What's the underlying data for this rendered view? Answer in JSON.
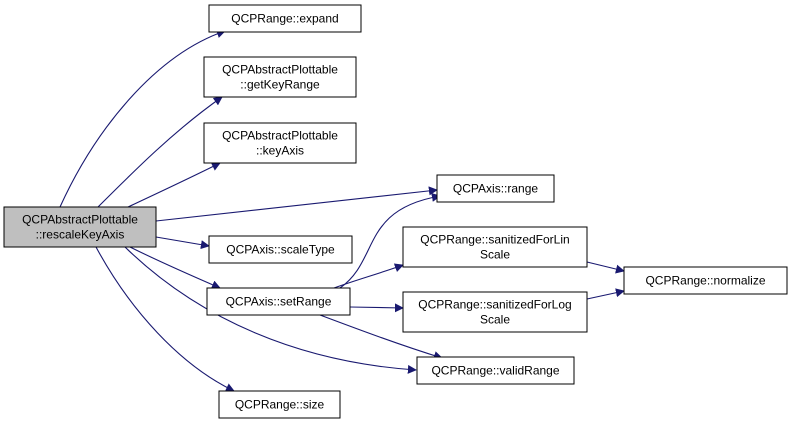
{
  "diagram": {
    "type": "call-graph",
    "edge_color": "#191970",
    "root_fill": "#bfbfbf",
    "nodes": [
      {
        "id": "root",
        "lines": [
          "QCPAbstractPlottable",
          "::rescaleKeyAxis"
        ],
        "root": true
      },
      {
        "id": "expand",
        "lines": [
          "QCPRange::expand"
        ]
      },
      {
        "id": "getKeyRange",
        "lines": [
          "QCPAbstractPlottable",
          "::getKeyRange"
        ]
      },
      {
        "id": "keyAxis",
        "lines": [
          "QCPAbstractPlottable",
          "::keyAxis"
        ]
      },
      {
        "id": "range",
        "lines": [
          "QCPAxis::range"
        ]
      },
      {
        "id": "scaleType",
        "lines": [
          "QCPAxis::scaleType"
        ]
      },
      {
        "id": "setRange",
        "lines": [
          "QCPAxis::setRange"
        ]
      },
      {
        "id": "size",
        "lines": [
          "QCPRange::size"
        ]
      },
      {
        "id": "sanLin",
        "lines": [
          "QCPRange::sanitizedForLin",
          "Scale"
        ]
      },
      {
        "id": "sanLog",
        "lines": [
          "QCPRange::sanitizedForLog",
          "Scale"
        ]
      },
      {
        "id": "validRange",
        "lines": [
          "QCPRange::validRange"
        ]
      },
      {
        "id": "normalize",
        "lines": [
          "QCPRange::normalize"
        ]
      }
    ],
    "edges": [
      {
        "from": "root",
        "to": "expand"
      },
      {
        "from": "root",
        "to": "getKeyRange"
      },
      {
        "from": "root",
        "to": "keyAxis"
      },
      {
        "from": "root",
        "to": "range"
      },
      {
        "from": "root",
        "to": "scaleType"
      },
      {
        "from": "root",
        "to": "setRange"
      },
      {
        "from": "root",
        "to": "validRange"
      },
      {
        "from": "root",
        "to": "size"
      },
      {
        "from": "setRange",
        "to": "range"
      },
      {
        "from": "setRange",
        "to": "sanLin"
      },
      {
        "from": "setRange",
        "to": "sanLog"
      },
      {
        "from": "setRange",
        "to": "validRange"
      },
      {
        "from": "sanLin",
        "to": "normalize"
      },
      {
        "from": "sanLog",
        "to": "normalize"
      }
    ]
  }
}
